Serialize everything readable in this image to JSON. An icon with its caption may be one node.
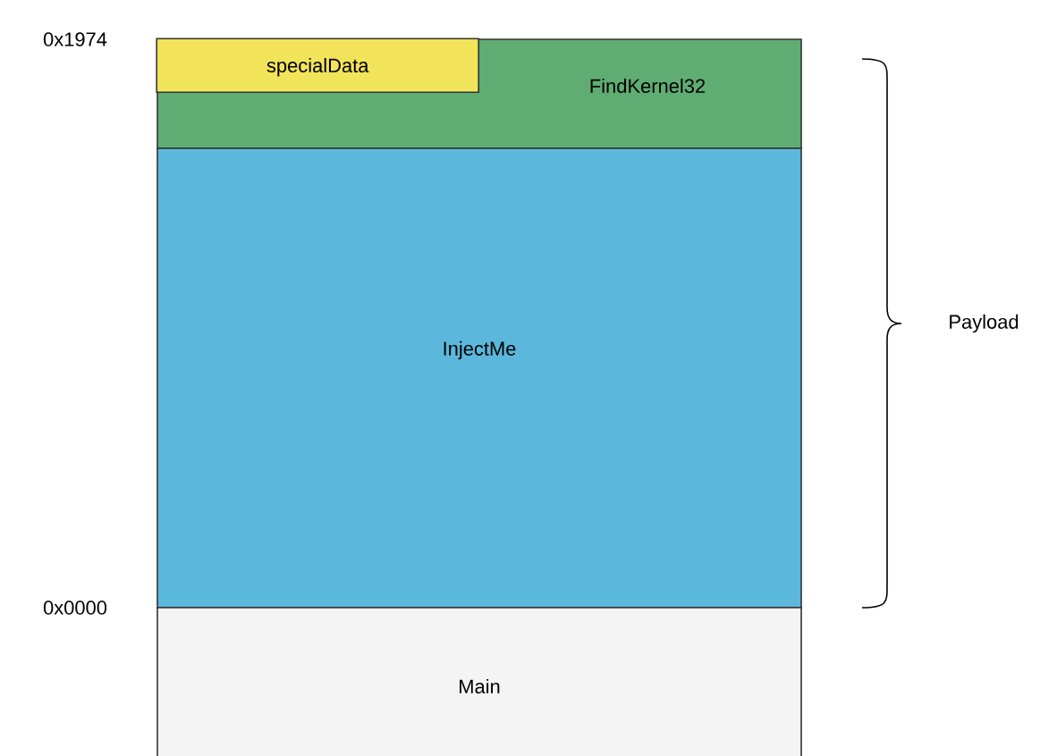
{
  "diagram": {
    "nodes": [
      {
        "text": [
          "FindKernel32"
        ]
      },
      {
        "text": [
          "specialData"
        ],
        "in": 0
      },
      {
        "text": [
          "InjectMe"
        ]
      },
      {
        "text": [
          "Main"
        ]
      }
    ],
    "labels": [
      "0x1974",
      "Payload",
      "0x0000"
    ]
  }
}
